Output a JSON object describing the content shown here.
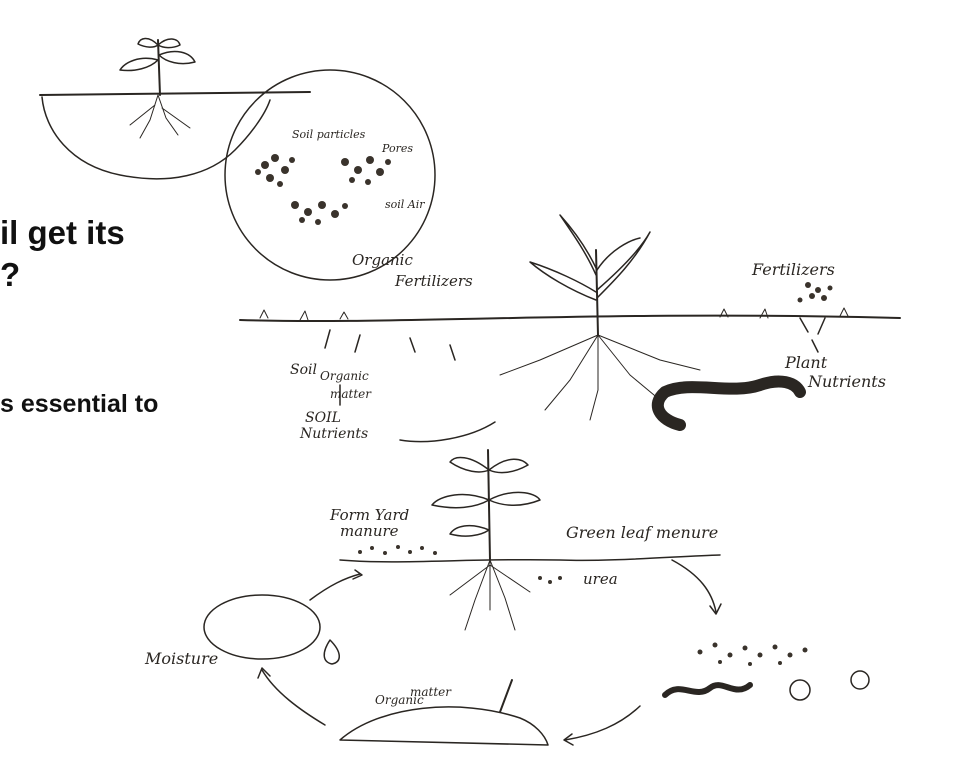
{
  "slide": {
    "question_line1": "il get its",
    "question_line2": "?",
    "statement": "s essential to"
  },
  "diagram": {
    "soil_panel": {
      "soil_particles": "Soil particles",
      "pores": "Pores",
      "soil_air": "soil Air"
    },
    "nutrient_panel": {
      "organic_fertilizers_1": "Organic",
      "organic_fertilizers_2": "Fertilizers",
      "fertilizers": "Fertilizers",
      "soil": "Soil",
      "organic_matter_1": "Organic",
      "organic_matter_2": "matter",
      "soil_nutrients_1": "SOIL",
      "soil_nutrients_2": "Nutrients",
      "plant_nutrients_1": "Plant",
      "plant_nutrients_2": "Nutrients"
    },
    "cycle_panel": {
      "farm_yard_manure_1": "Form Yard",
      "farm_yard_manure_2": "manure",
      "green_leaf_manure": "Green leaf menure",
      "urea": "urea",
      "moisture": "Moisture",
      "organic_matter_1": "Organic",
      "organic_matter_2": "matter"
    }
  },
  "colors": {
    "ink": "#2a2622",
    "text": "#111111",
    "background": "#ffffff"
  }
}
